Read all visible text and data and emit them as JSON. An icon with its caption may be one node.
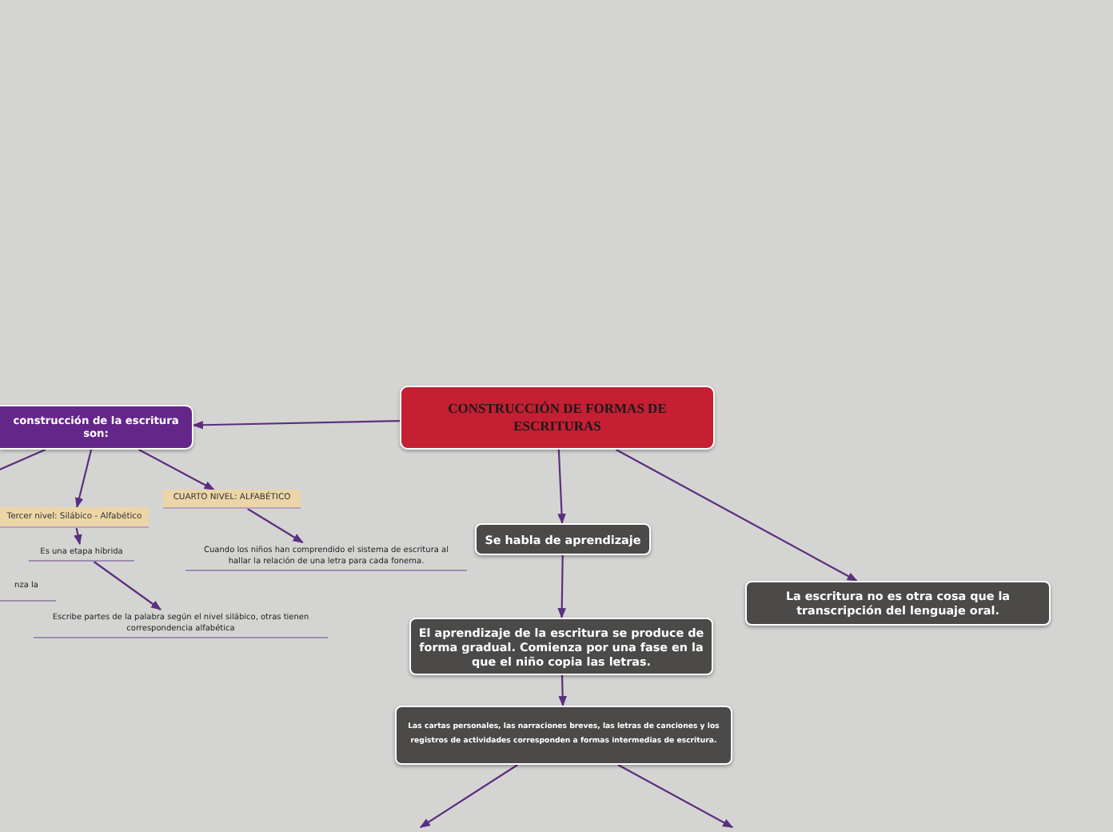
{
  "diagram": {
    "nodes": [
      {
        "text": [
          "CONSTRUCCIÓN DE FORMAS DE ESCRITURAS"
        ]
      },
      {
        "text": [
          "construcción de la escritura son:"
        ]
      },
      {
        "text": [
          "Tercer nivel: Silábico - Alfabético"
        ]
      },
      {
        "text": [
          "CUARTO NIVEL: ALFABÉTICO"
        ]
      },
      {
        "text": [
          "Es una etapa híbrida"
        ]
      },
      {
        "text": [
          "Cuando los niños han comprendido el sistema de escritura al hallar la relación de una letra para cada fonema."
        ]
      },
      {
        "text": [
          "nza la"
        ]
      },
      {
        "text": [
          "Escribe partes de la palabra según el nivel silábico, otras tienen correspondencia alfabética"
        ]
      },
      {
        "text": [
          "Se habla de aprendizaje"
        ]
      },
      {
        "text": [
          "El aprendizaje de la escritura se produce de forma gradual. Comienza por una fase en la que el niño copia las letras."
        ]
      },
      {
        "text": [
          "Las cartas personales, las narraciones breves, las letras de canciones y los registros de actividades corresponden a formas intermedias de escritura."
        ]
      },
      {
        "text": [
          "La escritura no es otra cosa que la transcripción del lenguaje oral."
        ]
      }
    ],
    "edges": [
      {
        "from": 0,
        "to": 1,
        "arrow": "to"
      },
      {
        "from": 1,
        "to": null,
        "arrow": "none"
      },
      {
        "from": 1,
        "to": 2,
        "arrow": "to"
      },
      {
        "from": 1,
        "to": 3,
        "arrow": "to"
      },
      {
        "from": 2,
        "to": 4,
        "arrow": "to"
      },
      {
        "from": 3,
        "to": 5,
        "arrow": "to"
      },
      {
        "from": 4,
        "to": 7,
        "arrow": "to"
      },
      {
        "from": 0,
        "to": 8,
        "arrow": "to"
      },
      {
        "from": 0,
        "to": 11,
        "arrow": "to"
      },
      {
        "from": 8,
        "to": 9,
        "arrow": "to"
      },
      {
        "from": 9,
        "to": 10,
        "arrow": "to"
      },
      {
        "from": 10,
        "to": null,
        "arrow": "to"
      },
      {
        "from": 10,
        "to": null,
        "arrow": "to"
      }
    ]
  }
}
